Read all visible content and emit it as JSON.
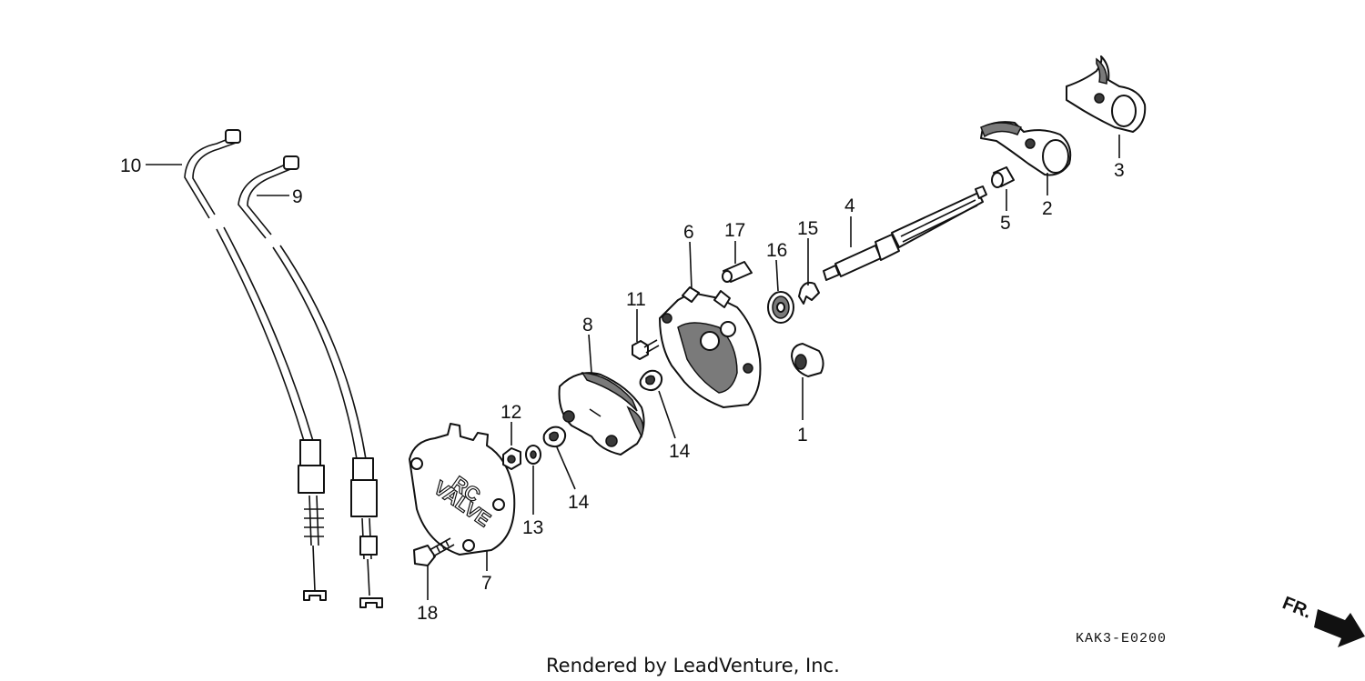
{
  "diagram": {
    "callouts": [
      {
        "id": "1",
        "label": "1"
      },
      {
        "id": "2",
        "label": "2"
      },
      {
        "id": "3",
        "label": "3"
      },
      {
        "id": "4",
        "label": "4"
      },
      {
        "id": "5",
        "label": "5"
      },
      {
        "id": "6",
        "label": "6"
      },
      {
        "id": "7",
        "label": "7"
      },
      {
        "id": "8",
        "label": "8"
      },
      {
        "id": "9",
        "label": "9"
      },
      {
        "id": "10",
        "label": "10"
      },
      {
        "id": "11",
        "label": "11"
      },
      {
        "id": "12",
        "label": "12"
      },
      {
        "id": "13",
        "label": "13"
      },
      {
        "id": "14a",
        "label": "14"
      },
      {
        "id": "14b",
        "label": "14"
      },
      {
        "id": "15",
        "label": "15"
      },
      {
        "id": "16",
        "label": "16"
      },
      {
        "id": "17",
        "label": "17"
      },
      {
        "id": "18",
        "label": "18"
      }
    ],
    "cover_text": {
      "line1": "RC",
      "line2": "VALVE"
    },
    "direction_label": "FR.",
    "diagram_code": "KAK3-E0200",
    "credit": "Rendered by LeadVenture, Inc."
  }
}
